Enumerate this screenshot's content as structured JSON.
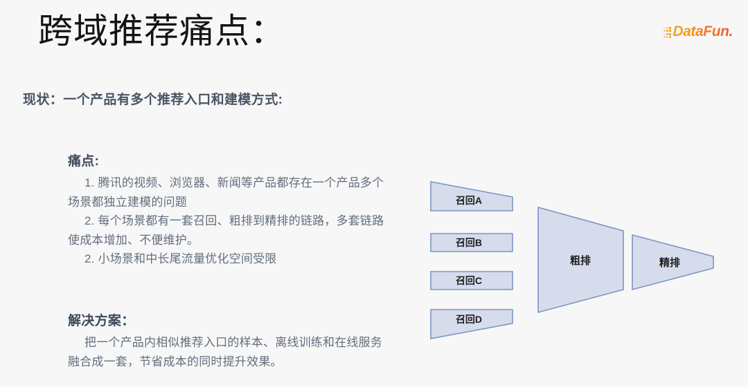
{
  "slide": {
    "title": "跨域推荐痛点：",
    "status_line": "现状：一个产品有多个推荐入口和建模方式:"
  },
  "logo": {
    "text": "DataFun.",
    "icon": "datafun-dot-matrix-icon",
    "color_start": "#f7a81b",
    "color_end": "#f0572f"
  },
  "painpoints": {
    "heading": "痛点:",
    "items": [
      "1. 腾讯的视频、浏览器、新闻等产品都存在一个产品多个场景都独立建模的问题",
      "2. 每个场景都有一套召回、粗排到精排的链路，多套链路使成本增加、不便维护。",
      "2. 小场景和中长尾流量优化空间受限"
    ]
  },
  "solution": {
    "heading": "解决方案：",
    "items": [
      "把一个产品内相似推荐入口的样本、离线训练和在线服务融合成一套，节省成本的同时提升效果。"
    ]
  },
  "diagram": {
    "fill_color": "#d6dcec",
    "stroke_color": "#7c94c4",
    "recall_stages": [
      {
        "label": "召回A",
        "shape": "trapezoid-top-slope-down"
      },
      {
        "label": "召回B",
        "shape": "rectangle"
      },
      {
        "label": "召回C",
        "shape": "rectangle"
      },
      {
        "label": "召回D",
        "shape": "trapezoid-bottom-slope-up"
      }
    ],
    "ranking_stages": [
      {
        "label": "粗排",
        "shape": "trapezoid-narrowing-right"
      },
      {
        "label": "精排",
        "shape": "trapezoid-narrowing-right"
      }
    ]
  },
  "colors": {
    "background": "#f7f7f7",
    "title_text": "#141414",
    "heading_text": "#3f4a58",
    "body_text": "#636e7d",
    "status_text": "#4a5564"
  }
}
